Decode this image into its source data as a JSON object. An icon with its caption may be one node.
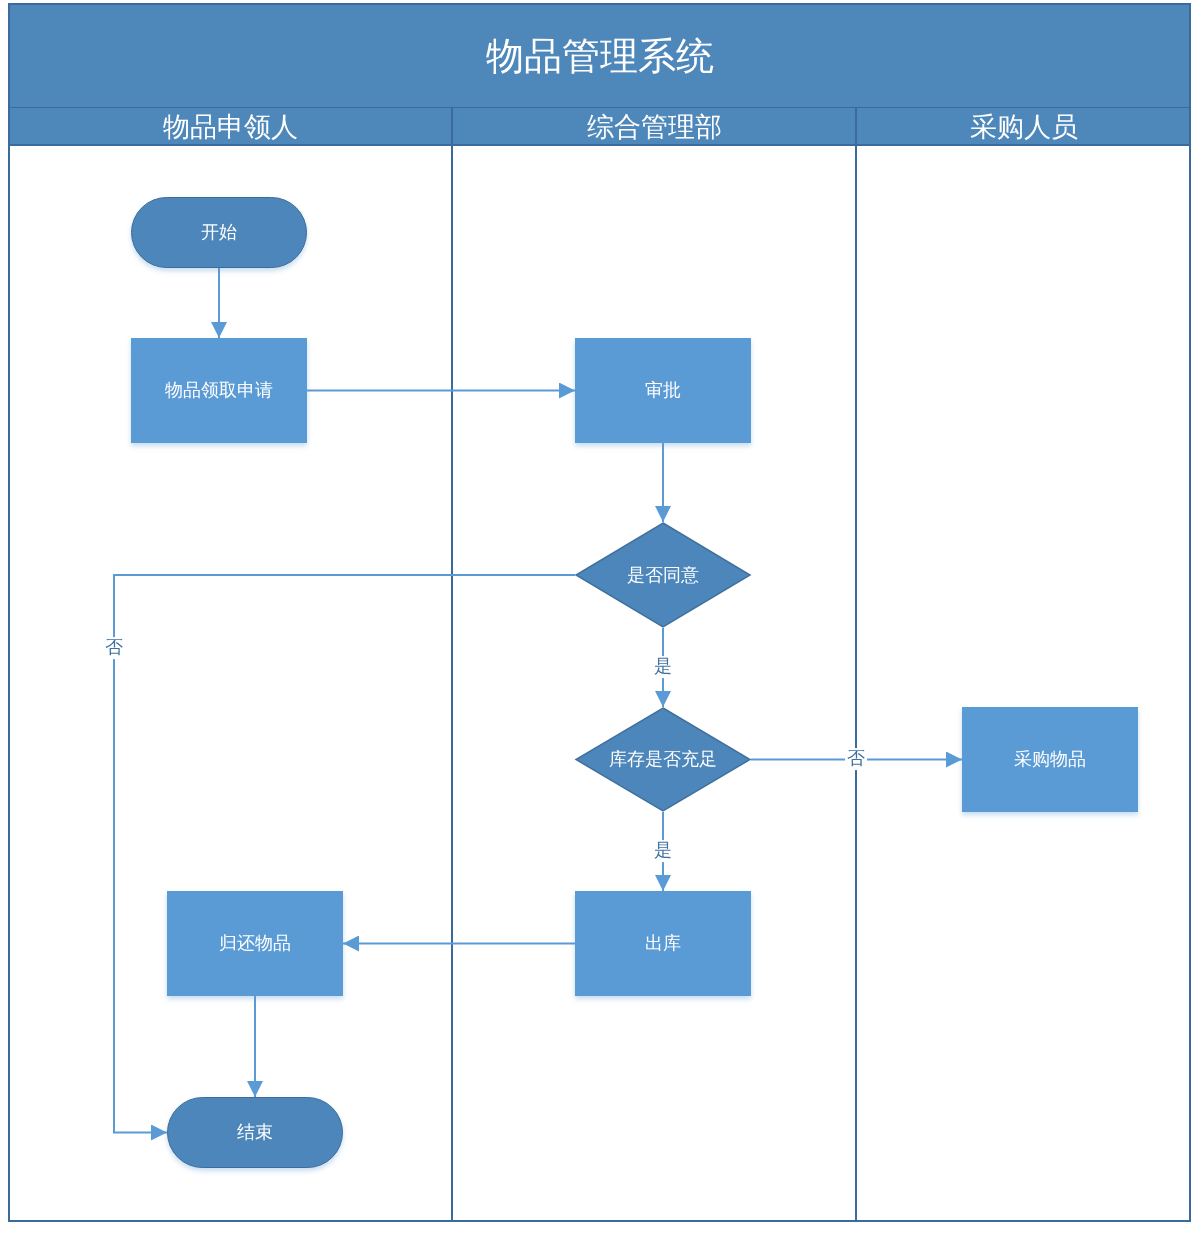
{
  "diagram": {
    "title": "物品管理系统",
    "nodes": [
      {
        "text": [
          "物品申领人"
        ]
      },
      {
        "text": [
          "综合管理部"
        ]
      },
      {
        "text": [
          "采购人员"
        ]
      },
      {
        "text": [
          "开始"
        ],
        "in": 0
      },
      {
        "text": [
          "物品领取申请"
        ],
        "in": 0
      },
      {
        "text": [
          "审批"
        ],
        "in": 1
      },
      {
        "text": [
          "是否同意"
        ],
        "in": 1
      },
      {
        "text": [
          "库存是否充足"
        ],
        "in": 1
      },
      {
        "text": [
          "采购物品"
        ],
        "in": 2
      },
      {
        "text": [
          "出库"
        ],
        "in": 1
      },
      {
        "text": [
          "归还物品"
        ],
        "in": 0
      },
      {
        "text": [
          "结束"
        ],
        "in": 0
      }
    ],
    "edges": [
      {
        "from": 3,
        "to": 4,
        "arrow": "to"
      },
      {
        "from": 4,
        "to": 5,
        "arrow": "to"
      },
      {
        "from": 5,
        "to": 6,
        "arrow": "to"
      },
      {
        "from": 6,
        "to": 11,
        "label": "否",
        "arrow": "to"
      },
      {
        "from": 6,
        "to": 7,
        "label": "是",
        "arrow": "to"
      },
      {
        "from": 7,
        "to": 8,
        "label": "否",
        "arrow": "to"
      },
      {
        "from": 7,
        "to": 9,
        "label": "是",
        "arrow": "to"
      },
      {
        "from": 9,
        "to": 10,
        "arrow": "to"
      },
      {
        "from": 10,
        "to": 11,
        "arrow": "to"
      }
    ]
  }
}
